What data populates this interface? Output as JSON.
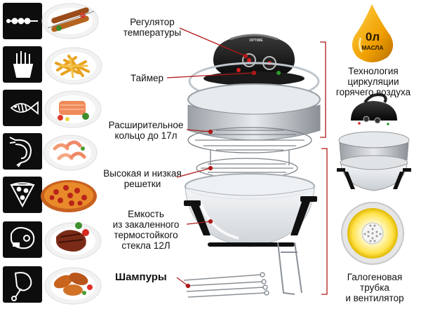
{
  "labels": {
    "temperature": "Регулятор\nтемпературы",
    "timer": "Таймер",
    "extension_ring": "Расширительное\nкольцо до 17л",
    "racks": "Высокая и низкая\nрешетки",
    "bowl": "Емкость\nиз закаленного\nтермостойкого\nстекла 12Л",
    "skewers": "Шампуры",
    "hot_air": "Технология\nциркуляции\nгорячего воздуха",
    "halogen": "Галогеновая\nтрубка\nи вентилятор"
  },
  "oil_badge": {
    "amount": "0л",
    "unit": "МАСЛА"
  },
  "brand": "OPTIME",
  "menu": [
    {
      "icon": "skewer-icon",
      "food": "kebab-plate"
    },
    {
      "icon": "fries-icon",
      "food": "fries-plate"
    },
    {
      "icon": "fish-icon",
      "food": "fish-plate"
    },
    {
      "icon": "shrimp-icon",
      "food": "shrimp-plate"
    },
    {
      "icon": "pizza-icon",
      "food": "pizza-plate"
    },
    {
      "icon": "steak-icon",
      "food": "steak-plate"
    },
    {
      "icon": "drumstick-icon",
      "food": "drumstick-plate"
    }
  ],
  "colors": {
    "tile": "#0d0d0d",
    "accent_red": "#b01818",
    "oil_gold": "#f0a800"
  }
}
